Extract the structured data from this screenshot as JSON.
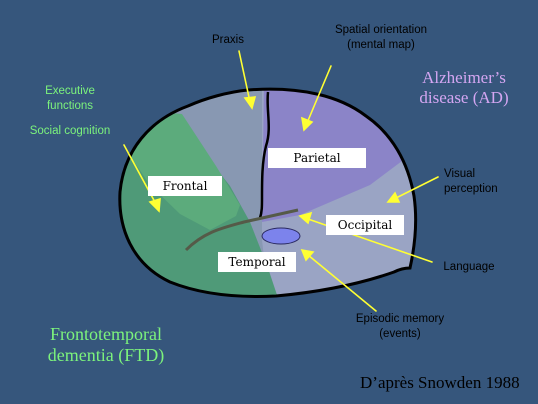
{
  "slide": {
    "background": "#36567c",
    "brain_outline_color": "#000000",
    "arrow_color": "#ffff33"
  },
  "regions": {
    "frontal": "Frontal",
    "parietal": "Parietal",
    "occipital": "Occipital",
    "temporal": "Temporal"
  },
  "annotations": {
    "praxis": "Praxis",
    "spatial_line1": "Spatial orientation",
    "spatial_line2": "(mental map)",
    "executive_line1": "Executive",
    "executive_line2": "functions",
    "social": "Social cognition",
    "visual_line1": "Visual",
    "visual_line2": "perception",
    "language": "Language",
    "episodic_line1": "Episodic memory",
    "episodic_line2": "(events)"
  },
  "diseases": {
    "ftd_line1": "Frontotemporal",
    "ftd_line2": "dementia (FTD)",
    "ftd_color": "#7cf37c",
    "ad_line1": "Alzheimer’s",
    "ad_line2": "disease (AD)",
    "ad_color": "#d4a6f2"
  },
  "credit": "D’après Snowden 1988"
}
